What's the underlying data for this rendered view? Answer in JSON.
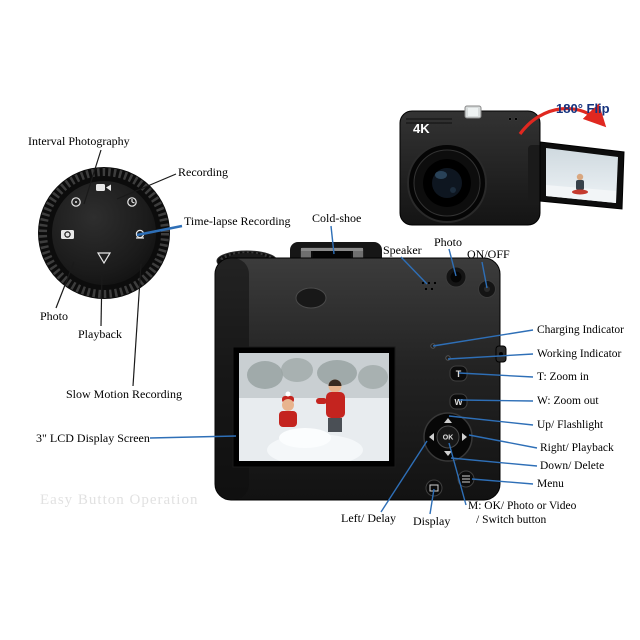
{
  "watermark": "Easy Button Operation",
  "colors": {
    "leader_blue": "#2e6fb7",
    "leader_black": "#1a1a1a",
    "arrow_red": "#e02820",
    "flip_text_blue": "#16337e",
    "kid_red": "#c4241f"
  },
  "dial_section": {
    "labels": {
      "interval": "Interval Photography",
      "recording": "Recording",
      "timelapse": "Time-lapse Recording",
      "photo": "Photo",
      "playback": "Playback",
      "slow_motion": "Slow Motion Recording"
    }
  },
  "flip_section": {
    "flip_label": "180° Flip",
    "badge_4k": "4K"
  },
  "back_section": {
    "labels": {
      "cold_shoe": "Cold-shoe",
      "speaker": "Speaker",
      "photo": "Photo",
      "on_off": "ON/OFF",
      "charging": "Charging Indicator",
      "working": "Working Indicator",
      "t_zoom": "T: Zoom in",
      "w_zoom": "W: Zoom out",
      "up_flash": "Up/ Flashlight",
      "right_playback": "Right/ Playback",
      "down_delete": "Down/ Delete",
      "menu": "Menu",
      "m_ok_line1": "M: OK/ Photo or Video",
      "m_ok_line2": "/ Switch button",
      "lcd": "3\" LCD Display Screen",
      "left_delay": "Left/ Delay",
      "display": "Display"
    },
    "button_glyphs": {
      "t": "T",
      "w": "W",
      "ok": "OK"
    }
  }
}
